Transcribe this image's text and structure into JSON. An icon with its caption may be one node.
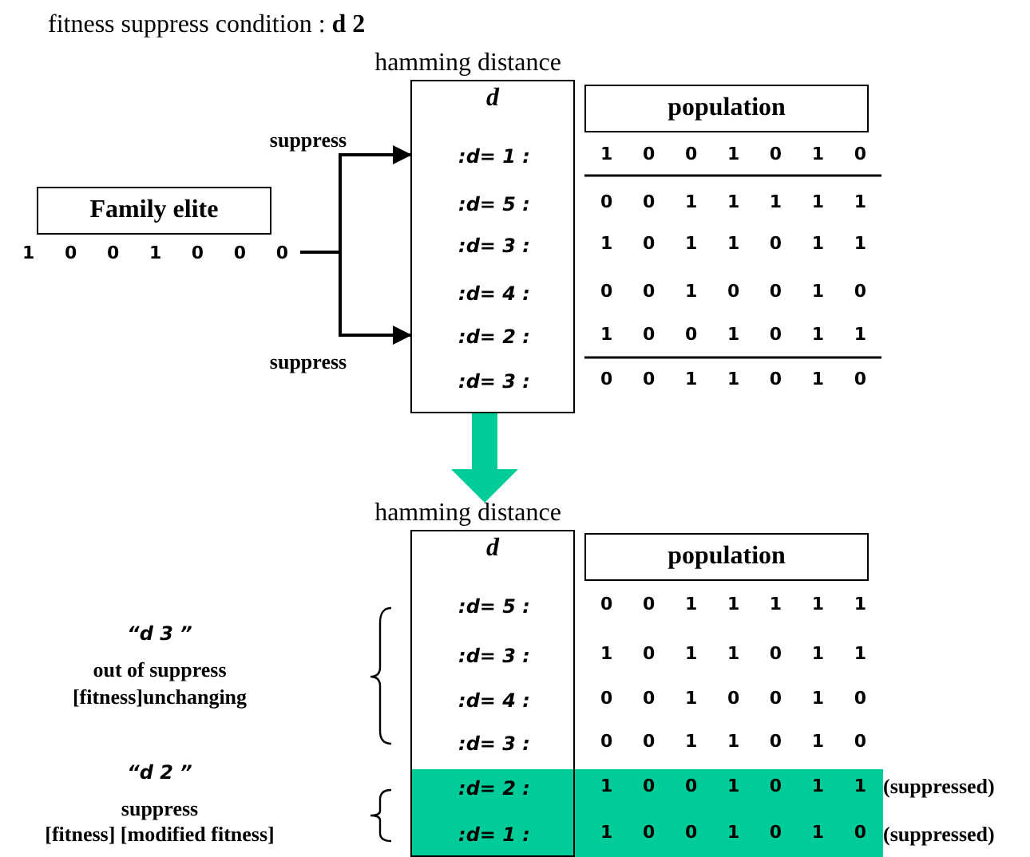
{
  "diagram": {
    "title": "fitness suppress condition : **d 2**",
    "nodes": [
      {
        "text": [
          "Family elite"
        ],
        "beside": [
          "1 0 0 1 0 0 0"
        ]
      },
      {
        "text": [
          "hamming distance",
          "d"
        ]
      },
      {
        "text": [
          ":d= 1 :"
        ],
        "in": 1
      },
      {
        "text": [
          ":d= 5 :"
        ],
        "in": 1
      },
      {
        "text": [
          ":d= 3 :"
        ],
        "in": 1
      },
      {
        "text": [
          ":d= 4 :"
        ],
        "in": 1
      },
      {
        "text": [
          ":d= 2 :"
        ],
        "in": 1
      },
      {
        "text": [
          ":d= 3 :"
        ],
        "in": 1
      },
      {
        "text": [
          "population"
        ]
      },
      {
        "text": [
          "hamming distance",
          "d"
        ]
      },
      {
        "text": [
          ":d= 5 :"
        ],
        "in": 9
      },
      {
        "text": [
          ":d= 3 :"
        ],
        "in": 9
      },
      {
        "text": [
          ":d= 4 :"
        ],
        "in": 9
      },
      {
        "text": [
          ":d= 3 :"
        ],
        "in": 9
      },
      {
        "text": [
          ":d= 2 :"
        ],
        "in": 9
      },
      {
        "text": [
          ":d= 1 :"
        ],
        "in": 9
      },
      {
        "text": [
          "population"
        ]
      }
    ],
    "edges": [
      {
        "from": 0,
        "to": 2,
        "arrow": "to",
        "label": "suppress"
      },
      {
        "from": 0,
        "to": 6,
        "arrow": "to",
        "label": "suppress"
      },
      {
        "from": 1,
        "to": 9,
        "arrow": "to",
        "style": "thick",
        "color": "#00cc99"
      }
    ],
    "labels": [
      "1 0 0 1 0 1 0",
      "0 0 1 1 1 1 1",
      "1 0 1 1 0 1 1",
      "0 0 1 0 0 1 0",
      "1 0 0 1 0 1 1",
      "0 0 1 1 0 1 0",
      "0 0 1 1 1 1 1",
      "1 0 1 1 0 1 1",
      "0 0 1 0 0 1 0",
      "0 0 1 1 0 1 0",
      "1 0 0 1 0 1 1",
      "1 0 0 1 0 1 0",
      "“d 3 ”",
      "out of suppress",
      "[fitness]unchanging",
      "“d 2 ”",
      "suppress",
      "[fitness] [modified fitness]",
      "(suppressed)",
      "(suppressed)"
    ]
  }
}
